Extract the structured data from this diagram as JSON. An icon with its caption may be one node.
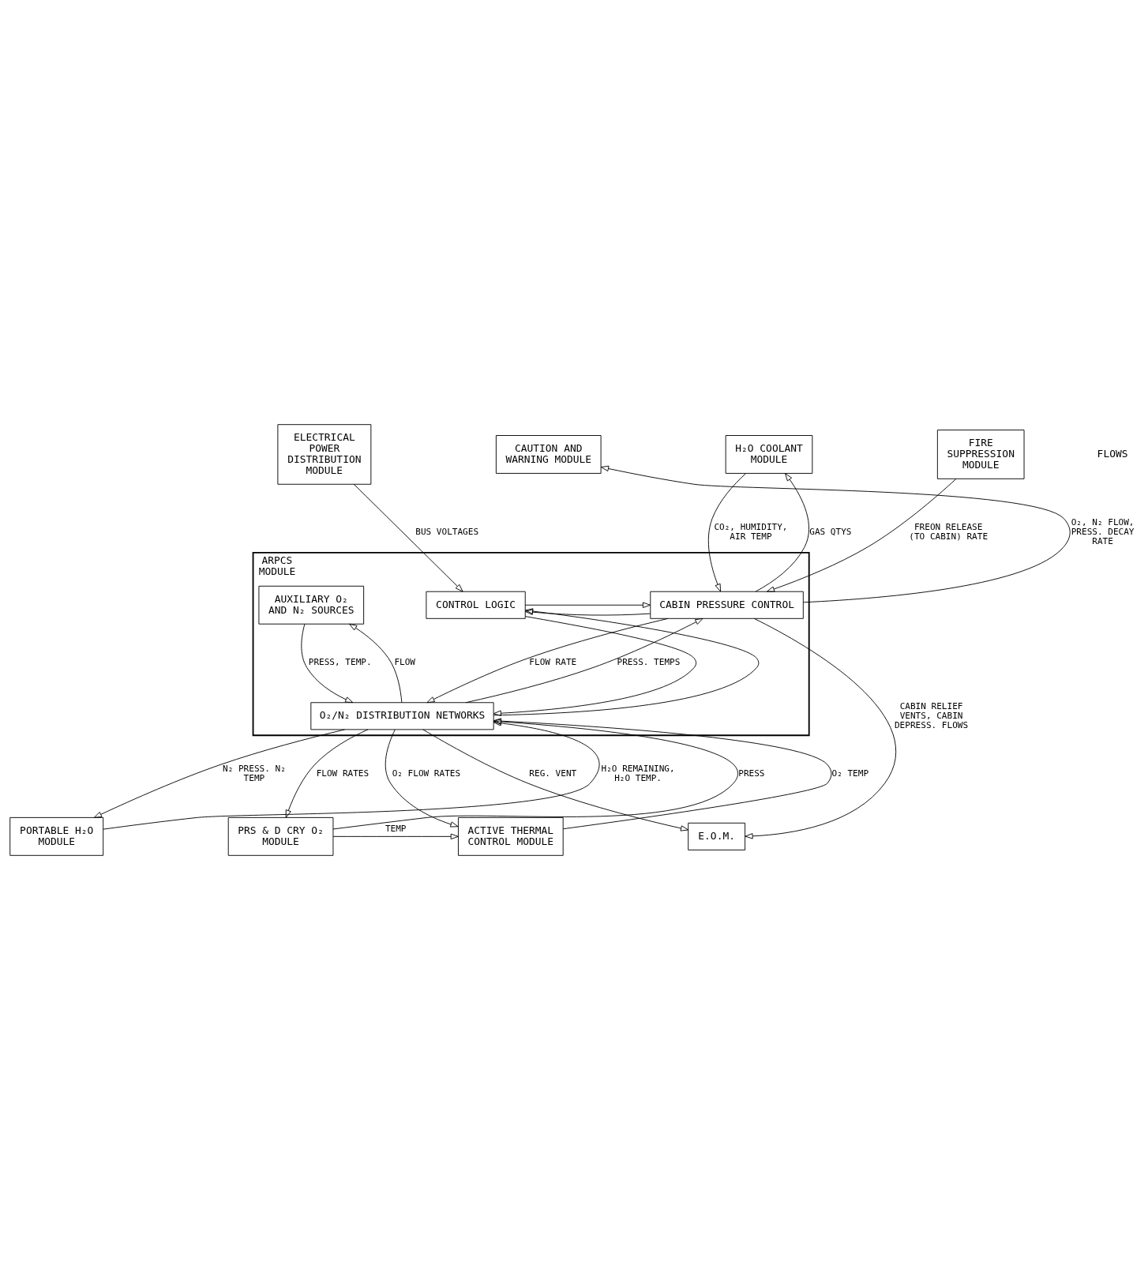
{
  "diagram": {
    "nodes": [
      {
        "text": [
          "ELECTRICAL POWER DISTRIBUTION MODULE"
        ]
      },
      {
        "text": [
          "CAUTION AND WARNING MODULE"
        ]
      },
      {
        "text": [
          "H₂O COOLANT MODULE"
        ]
      },
      {
        "text": [
          "FIRE SUPPRESSION MODULE"
        ]
      },
      {
        "text": [
          "ARPCS MODULE"
        ]
      },
      {
        "text": [
          "CONTROL LOGIC"
        ],
        "in": 4
      },
      {
        "text": [
          "CABIN PRESSURE CONTROL"
        ],
        "in": 4
      },
      {
        "text": [
          "AUXILIARY O₂ AND N₂ SOURCES"
        ],
        "in": 4
      },
      {
        "text": [
          "O₂/N₂ DISTRIBUTION NETWORKS"
        ],
        "in": 4
      },
      {
        "text": [
          "PORTABLE H₂O MODULE"
        ]
      },
      {
        "text": [
          "PRS & D CRY O₂ MODULE"
        ]
      },
      {
        "text": [
          "ACTIVE THERMAL CONTROL MODULE"
        ]
      },
      {
        "text": [
          "E.O.M."
        ]
      }
    ],
    "edges": [
      {
        "from": 0,
        "to": 5,
        "arrow": "to",
        "label": "BUS VOLTAGES"
      },
      {
        "from": 6,
        "to": 1,
        "arrow": "to",
        "label": "O₂, N₂ FLOW, PRESS. DECAY RATE"
      },
      {
        "from": 6,
        "to": 2,
        "arrow": "to",
        "label": "GAS QTYS"
      },
      {
        "from": 2,
        "to": 6,
        "arrow": "to",
        "label": "CO₂, HUMIDITY, AIR TEMP"
      },
      {
        "from": 3,
        "to": 6,
        "arrow": "to",
        "label": "FREON RELEASE (TO CABIN) RATE"
      },
      {
        "from": 6,
        "to": 5,
        "arrow": "to"
      },
      {
        "from": 5,
        "to": 6,
        "arrow": "to"
      },
      {
        "from": 8,
        "to": 5,
        "arrow": "to"
      },
      {
        "from": 5,
        "to": 8,
        "arrow": "to"
      },
      {
        "from": 8,
        "to": 6,
        "arrow": "to",
        "label": "PRESS. TEMPS"
      },
      {
        "from": 6,
        "to": 8,
        "arrow": "to",
        "label": "FLOW RATE"
      },
      {
        "from": 8,
        "to": 7,
        "arrow": "to",
        "label": "FLOW"
      },
      {
        "from": 7,
        "to": 8,
        "arrow": "to",
        "label": "PRESS, TEMP."
      },
      {
        "from": 8,
        "to": 9,
        "arrow": "to",
        "label": "N₂ PRESS. N₂ TEMP"
      },
      {
        "from": 9,
        "to": 8,
        "arrow": "to",
        "label": "H₂O REMAINING, H₂O TEMP."
      },
      {
        "from": 10,
        "to": 8,
        "arrow": "to",
        "label": "PRESS"
      },
      {
        "from": 8,
        "to": 10,
        "arrow": "to",
        "label": "FLOW RATES"
      },
      {
        "from": 8,
        "to": 11,
        "arrow": "to",
        "label": "O₂ FLOW RATES"
      },
      {
        "from": 11,
        "to": 8,
        "arrow": "to",
        "label": "O₂ TEMP"
      },
      {
        "from": 8,
        "to": 12,
        "arrow": "to",
        "label": "REG. VENT"
      },
      {
        "from": 6,
        "to": 12,
        "arrow": "to",
        "label": "CABIN RELIEF VENTS, CABIN DEPRESS. FLOWS"
      },
      {
        "from": 10,
        "to": 11,
        "arrow": "to",
        "label": "TEMP"
      }
    ],
    "labels": [
      "FLOWS"
    ]
  }
}
